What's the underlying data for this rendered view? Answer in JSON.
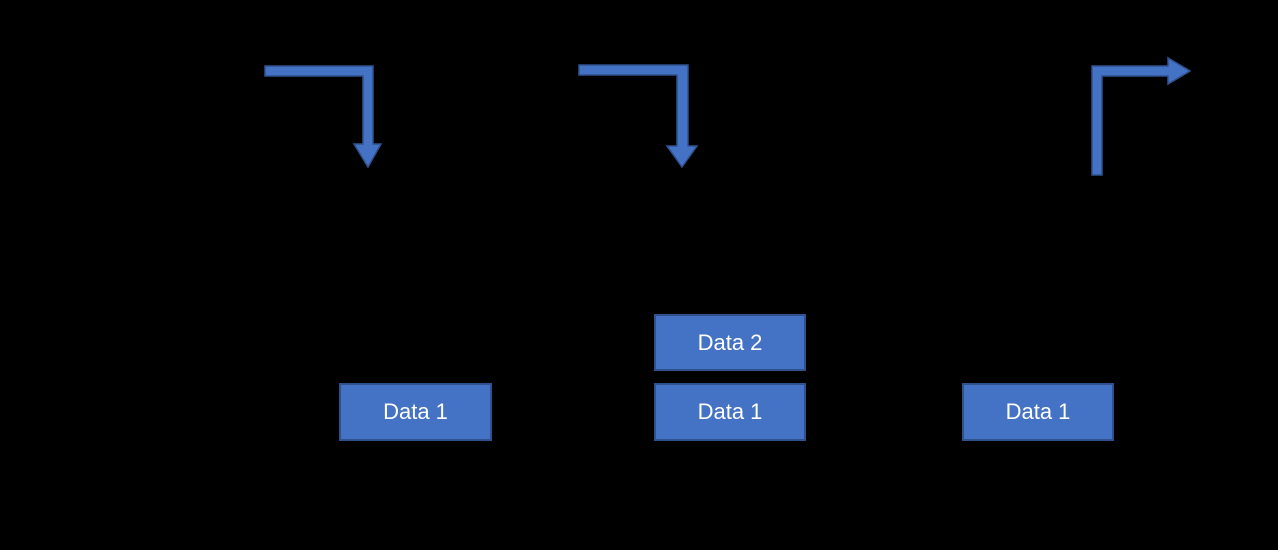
{
  "canvas": {
    "background_color": "#000000"
  },
  "colors": {
    "shape_fill": "#4472C4",
    "shape_border": "#2F528F",
    "box_text": "#FFFFFF"
  },
  "diagram": {
    "boxes": [
      {
        "label": "Data 1"
      },
      {
        "label": "Data 2"
      },
      {
        "label": "Data 1"
      },
      {
        "label": "Data 1"
      }
    ],
    "arrows": [
      {
        "name": "elbow-arrow-down-1",
        "direction": "right-then-down"
      },
      {
        "name": "elbow-arrow-down-2",
        "direction": "right-then-down"
      },
      {
        "name": "elbow-arrow-up-right",
        "direction": "up-then-right"
      }
    ]
  }
}
